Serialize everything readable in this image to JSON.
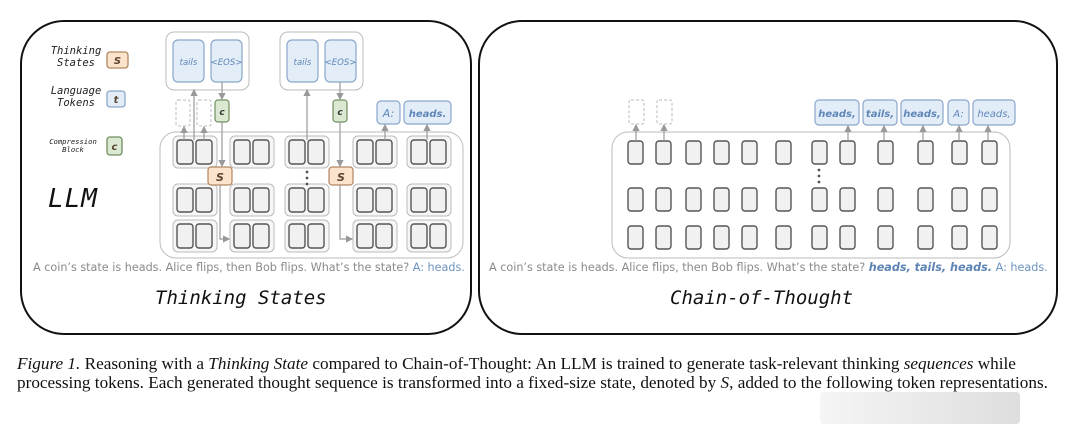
{
  "legend": {
    "thinking_states": {
      "label_line1": "Thinking",
      "label_line2": "States",
      "glyph": "S",
      "color_fill": "#fbe3cc",
      "color_stroke": "#b08660"
    },
    "language_tokens": {
      "label_line1": "Language",
      "label_line2": "Tokens",
      "glyph": "t",
      "color_fill": "#e3edf8",
      "color_stroke": "#8aa7cb"
    },
    "compression_block": {
      "label_line1": "Compression",
      "label_line2": "Block",
      "glyph": "c",
      "color_fill": "#dbe9d3",
      "color_stroke": "#6f8f5e"
    }
  },
  "left_panel": {
    "llm_label": "LLM",
    "thought_groups": [
      {
        "tokens": [
          "tails",
          "<EOS>"
        ]
      },
      {
        "tokens": [
          "tails",
          "<EOS>"
        ]
      }
    ],
    "compression_glyph": "c",
    "state_glyph": "S",
    "output_tokens": [
      "A:",
      "heads."
    ],
    "prompt": {
      "question": "A coin’s state is heads. Alice flips, then Bob flips. What’s the state?",
      "answer": "A: heads."
    },
    "title": "Thinking States"
  },
  "right_panel": {
    "output_tokens": [
      "heads,",
      "tails,",
      "heads,",
      "A:",
      "heads,"
    ],
    "prompt": {
      "question": "A coin’s state is heads. Alice flips, then Bob flips. What’s the state?",
      "cot": "heads, tails, heads.",
      "answer": "A: heads."
    },
    "title": "Chain-of-Thought"
  },
  "caption": {
    "label": "Figure 1.",
    "part1": " Reasoning with a ",
    "em1": "Thinking State",
    "part2": " compared to Chain-of-Thought: An LLM is trained to generate task-relevant thinking ",
    "em2": "sequences",
    "part3": " while processing tokens. Each generated thought sequence is transformed into a fixed-size state, denoted by ",
    "em3": "S",
    "part4": ", added to the following token representations."
  },
  "colors": {
    "token_fill": "#e3edf8",
    "token_stroke": "#8aa7cb",
    "token_text": "#5f86b8",
    "cell_fill": "#f1f1f1",
    "cell_stroke": "#555555",
    "frame_stroke": "#bbbbbb",
    "arrow": "#999999"
  }
}
